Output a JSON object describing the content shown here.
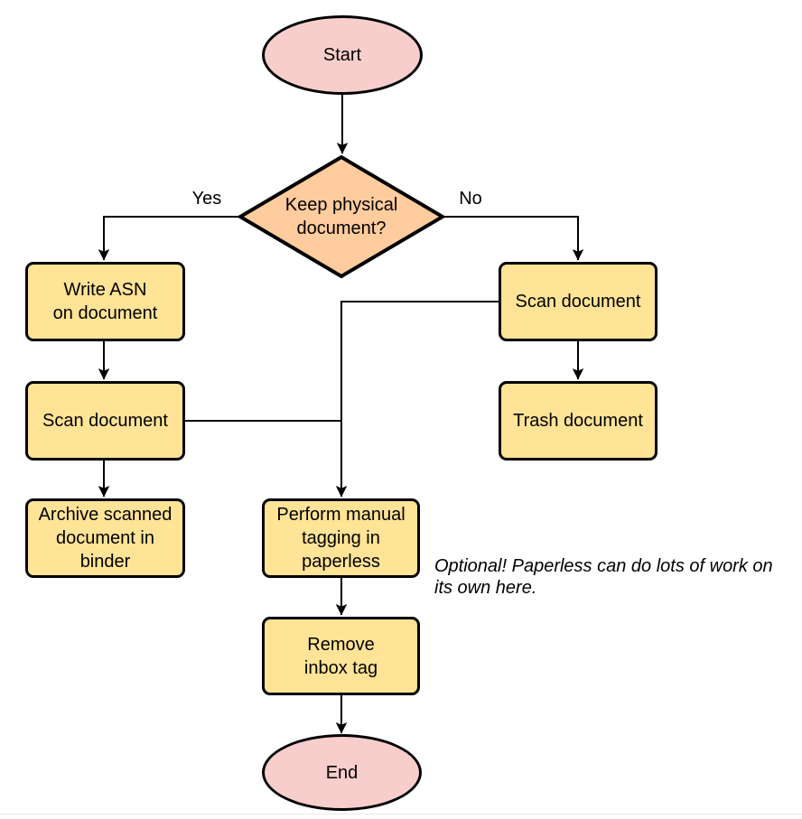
{
  "diagram": {
    "nodes": {
      "start": {
        "label": "Start",
        "type": "terminal"
      },
      "decision": {
        "label": "Keep physical\ndocument?",
        "type": "decision"
      },
      "write_asn": {
        "label": "Write ASN\non document",
        "type": "process"
      },
      "scan_left": {
        "label": "Scan document",
        "type": "process"
      },
      "archive": {
        "label": "Archive scanned\ndocument in\nbinder",
        "type": "process"
      },
      "scan_right": {
        "label": "Scan document",
        "type": "process"
      },
      "trash": {
        "label": "Trash document",
        "type": "process"
      },
      "tagging": {
        "label": "Perform manual\ntagging in\npaperless",
        "type": "process"
      },
      "remove_inbox": {
        "label": "Remove\ninbox tag",
        "type": "process"
      },
      "end": {
        "label": "End",
        "type": "terminal"
      }
    },
    "edge_labels": {
      "yes": "Yes",
      "no": "No"
    },
    "note": "Optional! Paperless can do lots of work on\nits own here.",
    "colors": {
      "terminal_fill": "#f8cecc",
      "decision_fill": "#ffcc9e",
      "process_fill": "#ffe396",
      "stroke": "#000000"
    }
  }
}
